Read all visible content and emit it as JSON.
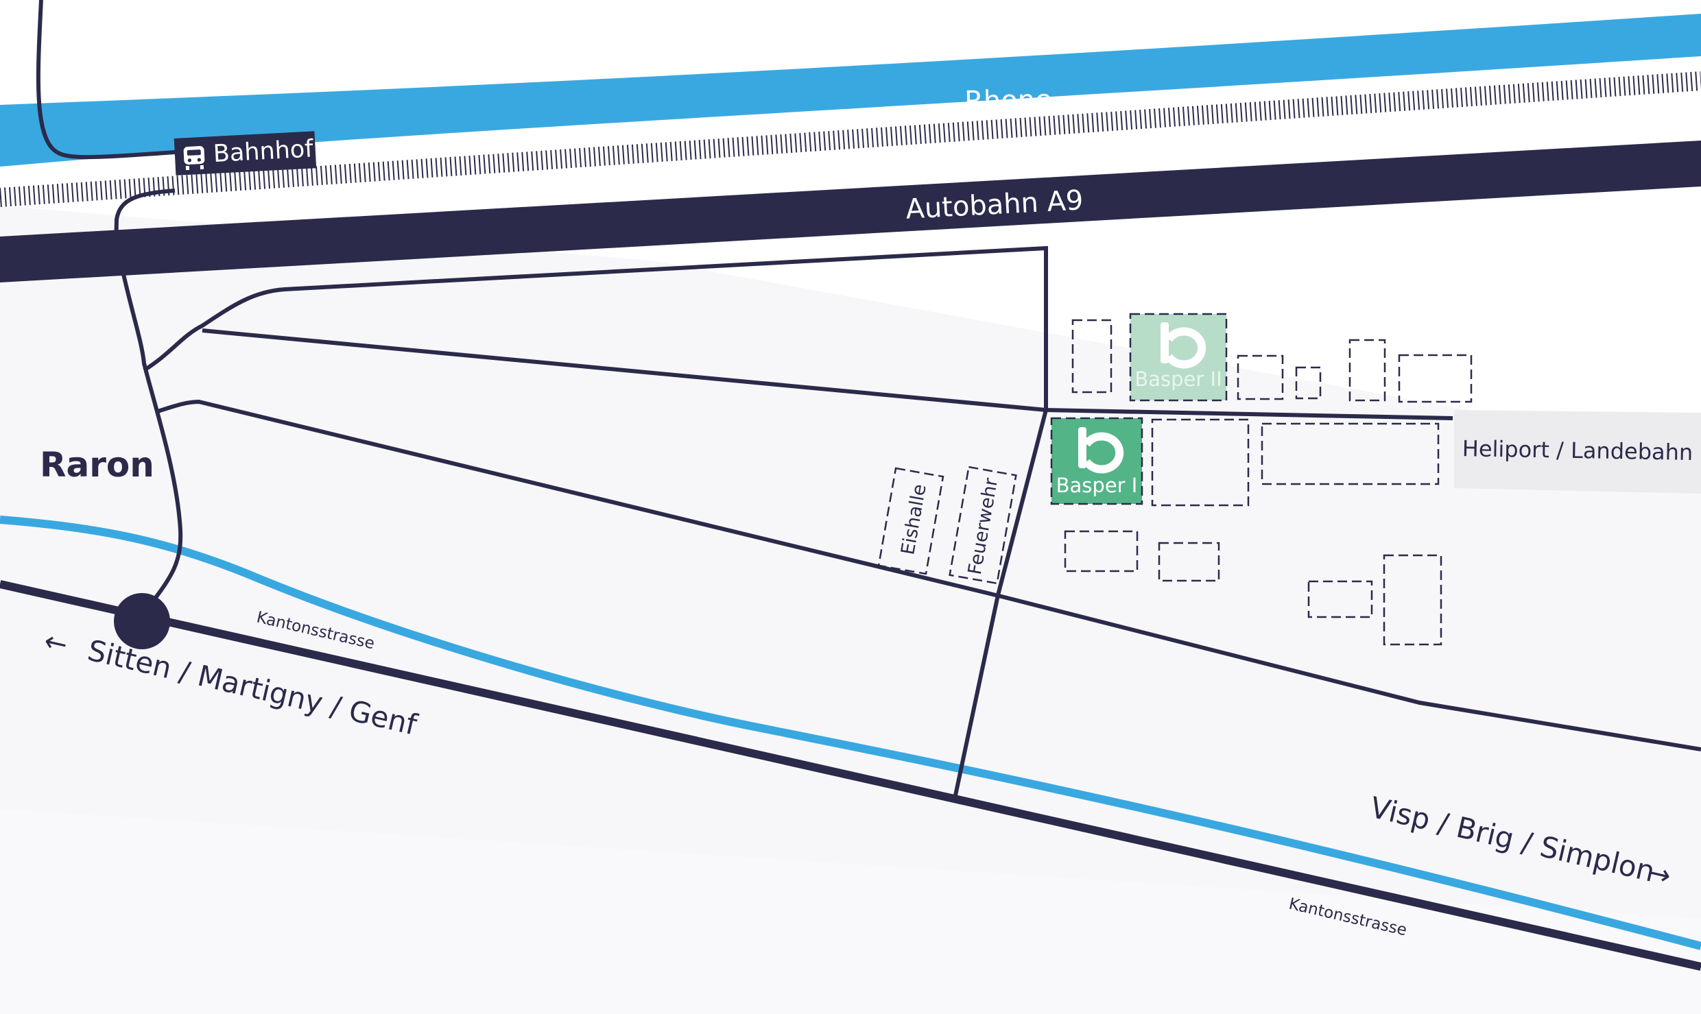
{
  "map": {
    "town": "Raron",
    "river": "Rhone",
    "motorway": "Autobahn A9",
    "station": "Bahnhof",
    "station_icon": "train-icon",
    "kantonsstrasse_left": "Kantonsstrasse",
    "kantonsstrasse_right": "Kantonsstrasse",
    "direction_west": "Sitten / Martigny / Genf",
    "direction_west_arrow": "←",
    "direction_east": "Visp / Brig / Simplon",
    "direction_east_arrow": "→",
    "heliport": "Heliport / Landebahn",
    "building_eishalle": "Eishalle",
    "building_feuerwehr": "Feuerwehr",
    "basper1": "Basper I",
    "basper2": "Basper II",
    "brand_icon": "basper-logo-icon"
  },
  "colors": {
    "river": "#3aa8e0",
    "road": "#2b2a4a",
    "basper1": "#53b487",
    "basper2": "#b7ddc8",
    "ground": "#f7f7f9",
    "heliport": "#ececef"
  }
}
